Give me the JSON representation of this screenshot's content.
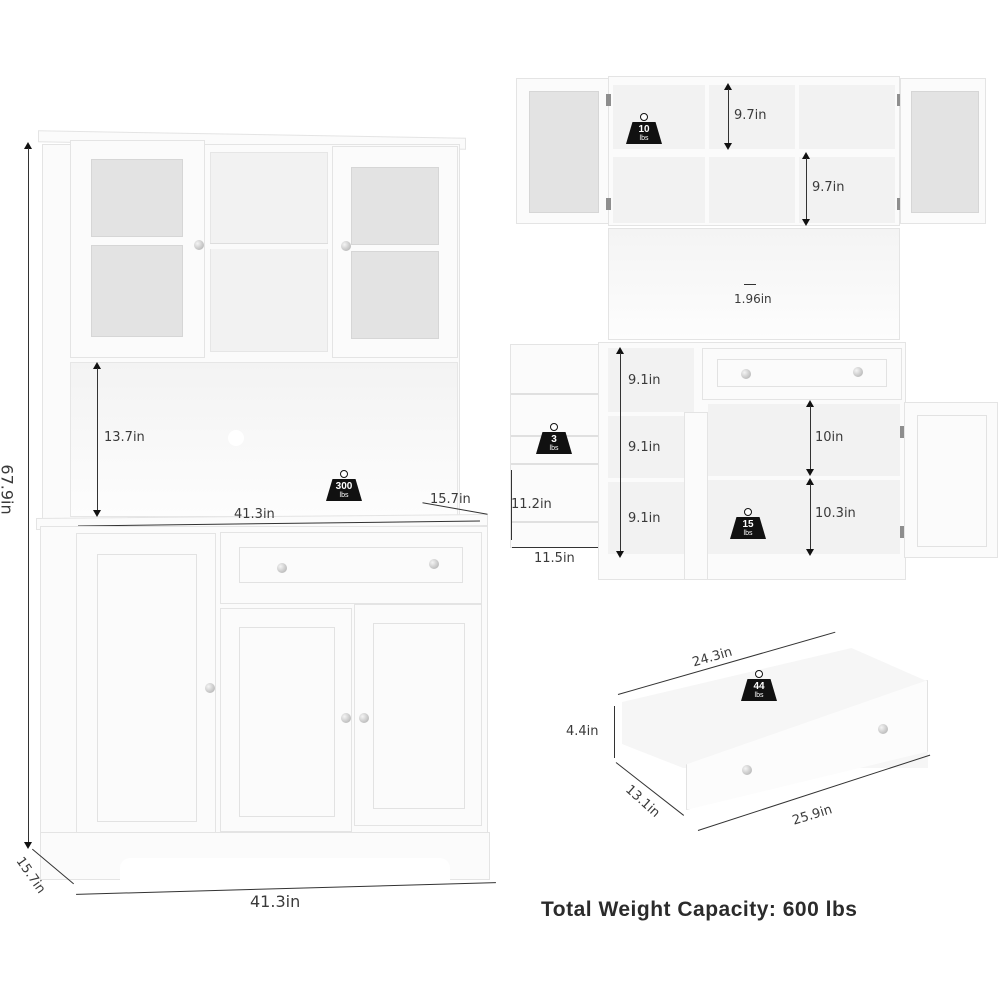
{
  "main_view": {
    "height_label": "67.9in",
    "hutch_opening_label": "13.7in",
    "counter_width_label": "41.3in",
    "counter_depth_label": "15.7in",
    "base_depth_label": "15.7in",
    "base_width_label": "41.3in",
    "counter_weight": {
      "value": "300",
      "unit": "lbs"
    }
  },
  "open_hutch_view": {
    "top_shelf_height_label": "9.7in",
    "lower_shelf_height_label": "9.7in",
    "cable_hole_label": "1.96in",
    "shelf_weight": {
      "value": "10",
      "unit": "lbs"
    }
  },
  "open_base_view": {
    "left_compartments": [
      "9.1in",
      "9.1in",
      "9.1in"
    ],
    "door_shelf_height_label": "11.2in",
    "door_shelf_width_label": "11.5in",
    "door_shelf_weight": {
      "value": "3",
      "unit": "lbs"
    },
    "right_upper_label": "10in",
    "right_lower_label": "10.3in",
    "cabinet_weight": {
      "value": "15",
      "unit": "lbs"
    }
  },
  "drawer_view": {
    "inner_width_label": "24.3in",
    "height_label": "4.4in",
    "depth_label": "13.1in",
    "outer_width_label": "25.9in",
    "drawer_weight": {
      "value": "44",
      "unit": "lbs"
    }
  },
  "footer": {
    "total_capacity": "Total Weight Capacity: 600 lbs"
  },
  "colors": {
    "cabinet_white": "#fbfbfb",
    "glass_gray": "#e3e3e3",
    "weight_badge": "#111111",
    "dimension_line": "#333333"
  }
}
